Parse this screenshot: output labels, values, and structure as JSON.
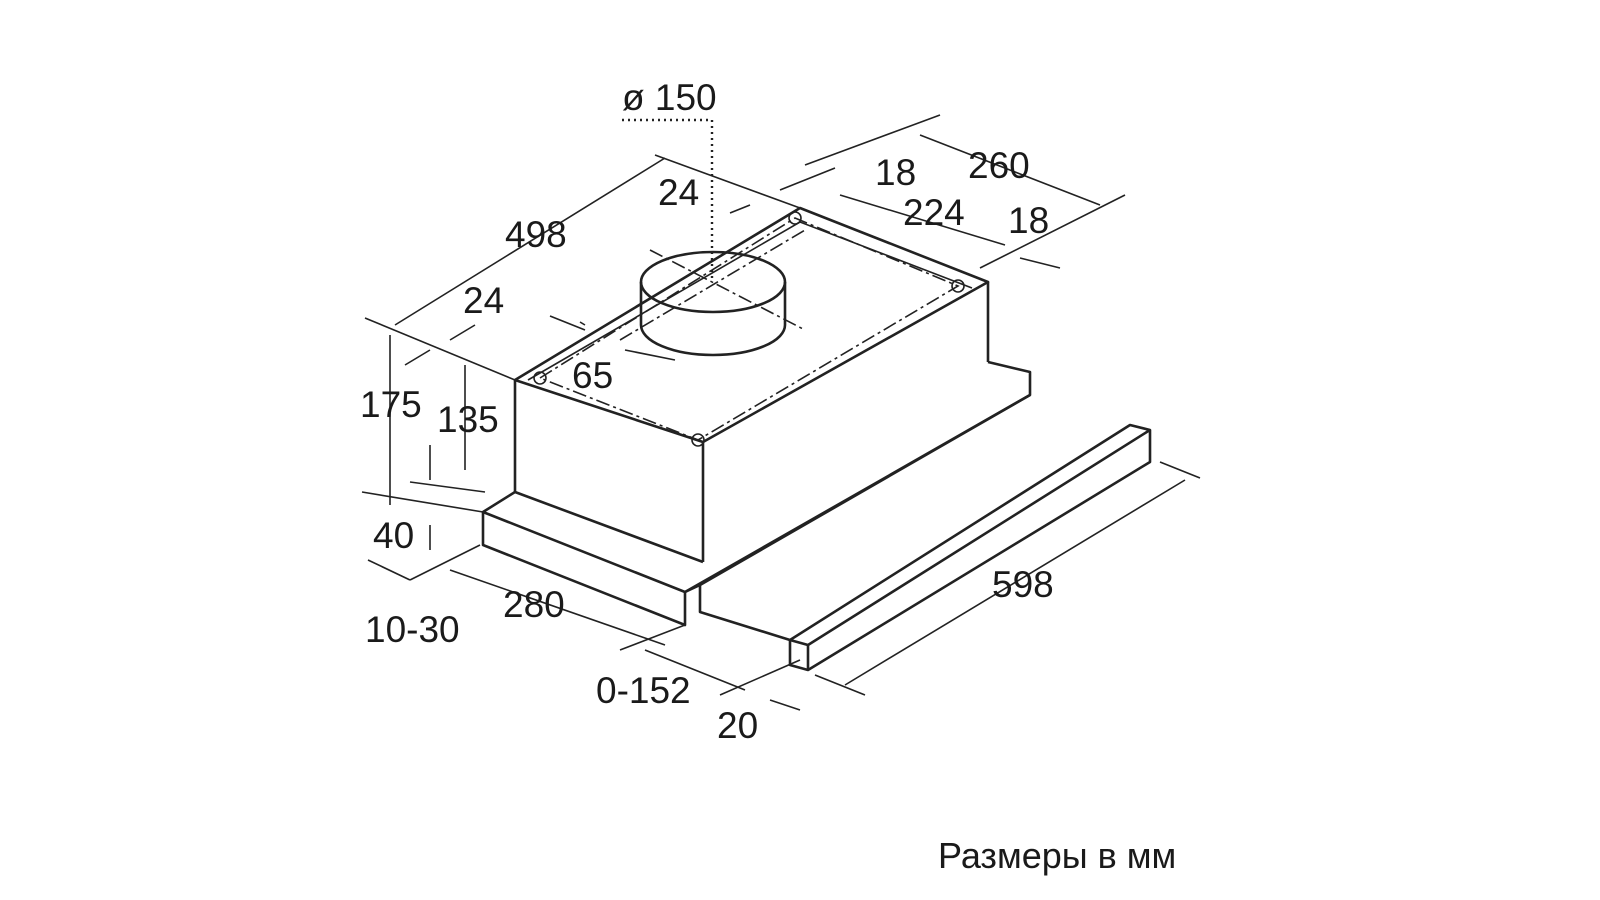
{
  "dimensions": {
    "duct_diameter": "ø 150",
    "depth_total": "498",
    "offset_back_24": "24",
    "offset_front_24": "24",
    "width_260": "260",
    "edge_18_top": "18",
    "width_224": "224",
    "edge_18_right": "18",
    "duct_offset_65": "65",
    "height_175": "175",
    "height_135": "135",
    "base_40": "40",
    "depth_280": "280",
    "overhang_10_30": "10-30",
    "extension_0_152": "0-152",
    "front_20": "20",
    "width_598": "598"
  },
  "caption": "Размеры в мм"
}
